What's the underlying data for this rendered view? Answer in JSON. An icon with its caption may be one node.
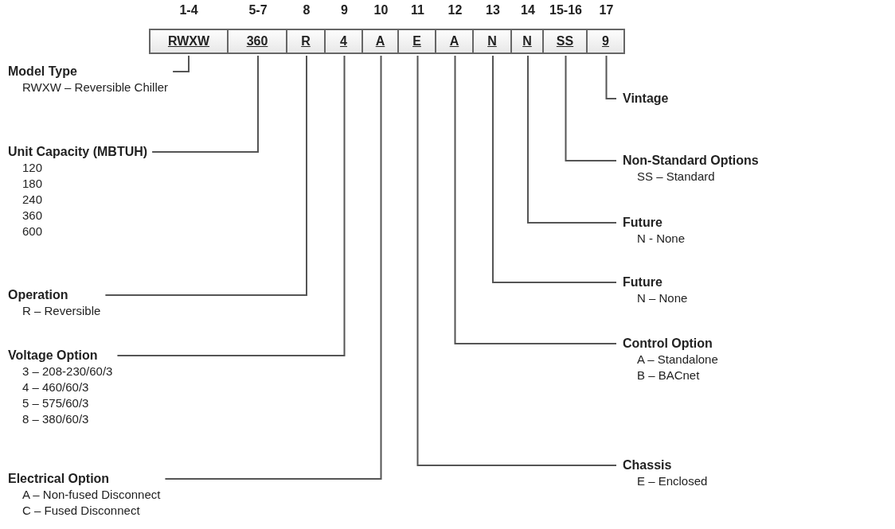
{
  "diagram": {
    "nodes": [
      {
        "text": [
          "RWXW"
        ],
        "beside": [
          "1-4"
        ]
      },
      {
        "text": [
          "360"
        ],
        "beside": [
          "5-7"
        ]
      },
      {
        "text": [
          "R"
        ],
        "beside": [
          "8"
        ]
      },
      {
        "text": [
          "4"
        ],
        "beside": [
          "9"
        ]
      },
      {
        "text": [
          "A"
        ],
        "beside": [
          "10"
        ]
      },
      {
        "text": [
          "E"
        ],
        "beside": [
          "11"
        ]
      },
      {
        "text": [
          "A"
        ],
        "beside": [
          "12"
        ]
      },
      {
        "text": [
          "N"
        ],
        "beside": [
          "13"
        ]
      },
      {
        "text": [
          "N"
        ],
        "beside": [
          "14"
        ]
      },
      {
        "text": [
          "SS"
        ],
        "beside": [
          "15-16"
        ]
      },
      {
        "text": [
          "9"
        ],
        "beside": [
          "17"
        ]
      },
      {
        "text": [
          "Model Type",
          "RWXW – Reversible Chiller"
        ]
      },
      {
        "text": [
          "Unit Capacity (MBTUH)",
          "120",
          "180",
          "240",
          "360",
          "600"
        ]
      },
      {
        "text": [
          "Operation",
          "R – Reversible"
        ]
      },
      {
        "text": [
          "Voltage Option",
          "3 – 208-230/60/3",
          "4 – 460/60/3",
          "5 – 575/60/3",
          "8 – 380/60/3"
        ]
      },
      {
        "text": [
          "Electrical Option",
          "A – Non-fused Disconnect",
          "C – Fused Disconnect"
        ]
      },
      {
        "text": [
          "Chassis",
          "E – Enclosed"
        ]
      },
      {
        "text": [
          "Control Option",
          "A – Standalone",
          "B – BACnet"
        ]
      },
      {
        "text": [
          "Future",
          "N – None"
        ]
      },
      {
        "text": [
          "Future",
          "N - None"
        ]
      },
      {
        "text": [
          "Non-Standard Options",
          "SS – Standard"
        ]
      },
      {
        "text": [
          "Vintage"
        ]
      }
    ],
    "edges": [
      {
        "from": 11,
        "to": 0,
        "arrow": "none"
      },
      {
        "from": 12,
        "to": 1,
        "arrow": "none"
      },
      {
        "from": 13,
        "to": 2,
        "arrow": "none"
      },
      {
        "from": 14,
        "to": 3,
        "arrow": "none"
      },
      {
        "from": 15,
        "to": 4,
        "arrow": "none"
      },
      {
        "from": 16,
        "to": 5,
        "arrow": "none"
      },
      {
        "from": 17,
        "to": 6,
        "arrow": "none"
      },
      {
        "from": 18,
        "to": 7,
        "arrow": "none"
      },
      {
        "from": 19,
        "to": 8,
        "arrow": "none"
      },
      {
        "from": 20,
        "to": 9,
        "arrow": "none"
      },
      {
        "from": 21,
        "to": 10,
        "arrow": "none"
      }
    ]
  }
}
